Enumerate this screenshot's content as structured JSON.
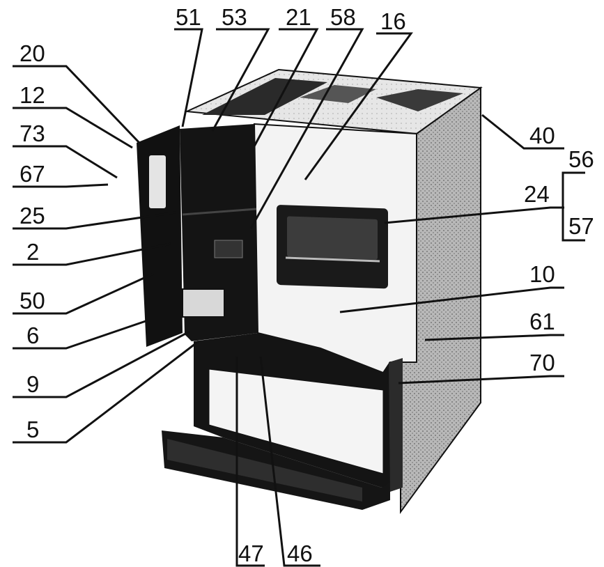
{
  "colors": {
    "ink": "#111111",
    "panel_light": "#f2f2f2",
    "panel_mid": "#c9c9c9",
    "panel_dark": "#7a7a7a",
    "interior": "#141414"
  },
  "reference_numerals": {
    "r51": "51",
    "r53": "53",
    "r21": "21",
    "r58": "58",
    "r16": "16",
    "r20": "20",
    "r12": "12",
    "r73": "73",
    "r67": "67",
    "r25": "25",
    "r2": "2",
    "r50": "50",
    "r6": "6",
    "r9": "9",
    "r5": "5",
    "r40": "40",
    "r56": "56",
    "r24": "24",
    "r57": "57",
    "r10": "10",
    "r61": "61",
    "r70": "70",
    "r47": "47",
    "r46": "46"
  }
}
